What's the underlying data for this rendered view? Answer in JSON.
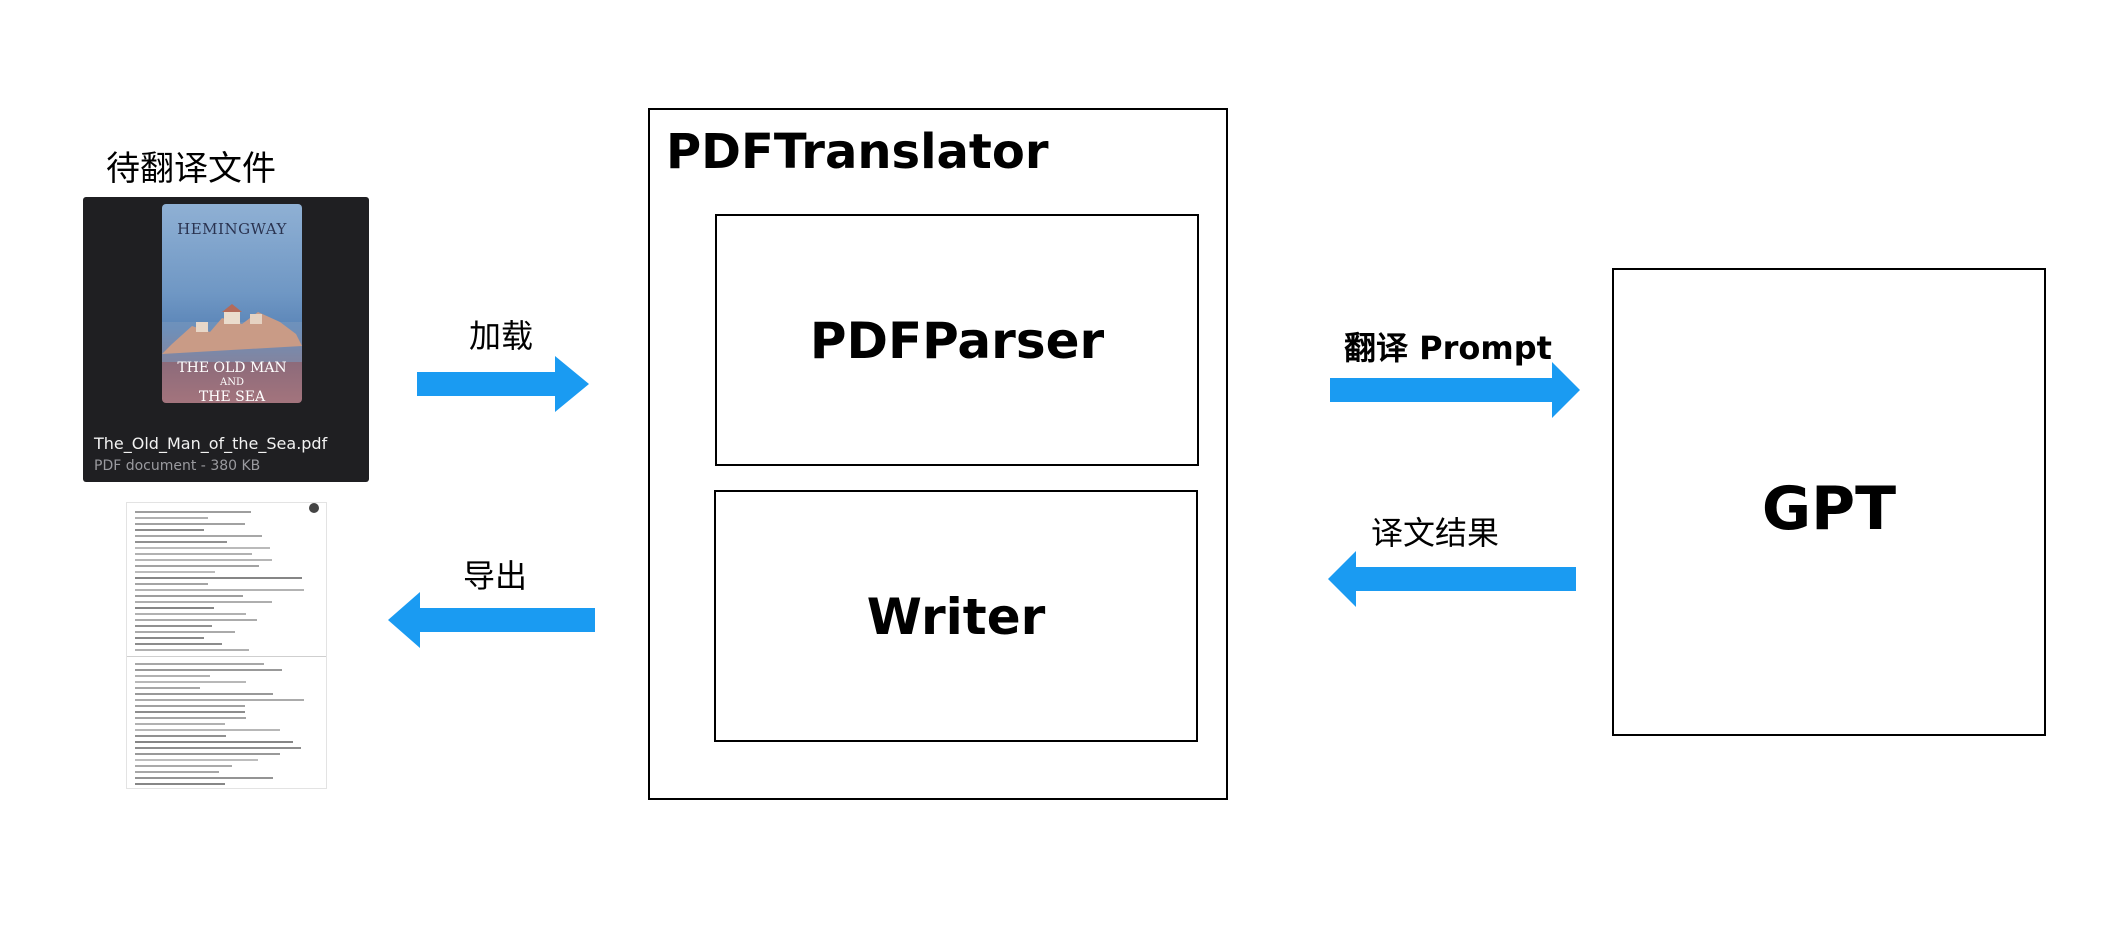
{
  "source": {
    "caption": "待翻译文件",
    "cover_author": "HEMINGWAY",
    "cover_title": [
      "THE OLD MAN",
      "AND",
      "THE SEA"
    ],
    "file_name": "The_Old_Man_of_the_Sea.pdf",
    "file_meta": "PDF document - 380 KB"
  },
  "translator": {
    "title": "PDFTranslator",
    "parser_label": "PDFParser",
    "writer_label": "Writer"
  },
  "gpt": {
    "label": "GPT"
  },
  "arrows": {
    "load": {
      "label": "加载",
      "direction": "right"
    },
    "export": {
      "label": "导出",
      "direction": "left"
    },
    "prompt": {
      "label": "翻译 Prompt",
      "direction": "right"
    },
    "result": {
      "label": "译文结果",
      "direction": "left"
    }
  },
  "colors": {
    "arrow": "#1a9bf2",
    "card_bg": "#1f1f22"
  },
  "icons": {
    "source": "pdf-book-cover-icon",
    "output": "translated-document-icon"
  }
}
